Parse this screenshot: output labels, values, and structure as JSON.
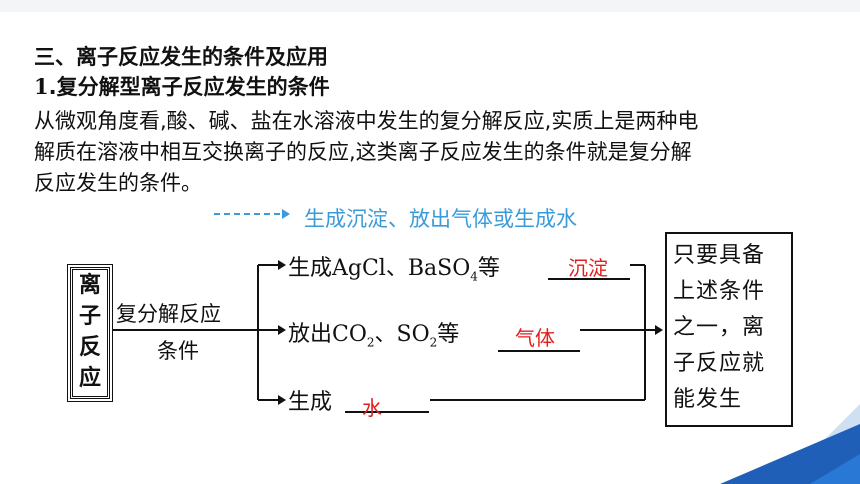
{
  "section_title": "三、离子反应发生的条件及应用",
  "sub_heading": {
    "number": "1",
    "text": ".复分解型离子反应发生的条件"
  },
  "paragraph": {
    "line1": "从微观角度看,酸、碱、盐在水溶液中发生的复分解反应,实质上是两种电",
    "line2": "解质在溶液中相互交换离子的反应,这类离子反应发生的条件就是复分解",
    "line3": "反应发生的条件。"
  },
  "annotation": "生成沉淀、放出气体或生成水",
  "diagram": {
    "left_box": [
      "离",
      "子",
      "反",
      "应"
    ],
    "middle_label": {
      "line1": "复分解反应",
      "line2": "条件"
    },
    "branches": [
      {
        "prefix": "生成AgCl、BaSO",
        "sub": "4",
        "suffix": "等",
        "answer": "沉淀"
      },
      {
        "prefix": "放出CO",
        "sub1": "2",
        "mid": "、SO",
        "sub2": "2",
        "suffix": "等",
        "answer": "气体"
      },
      {
        "prefix": "生成",
        "answer": "水"
      }
    ],
    "right_box": [
      "只要具备",
      "上述条件",
      "之一，离",
      "子反应就",
      "能发生"
    ]
  },
  "colors": {
    "accent_blue": "#3a9bd9",
    "answer_red": "#e02020",
    "deco_blue": "#1f5fb8"
  }
}
